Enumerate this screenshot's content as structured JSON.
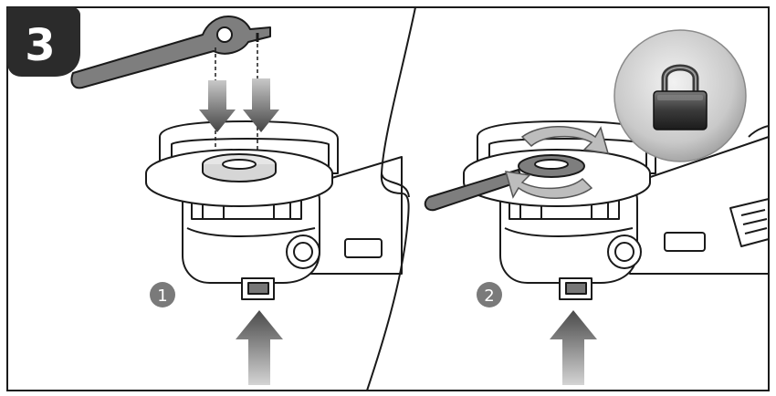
{
  "step": {
    "number": "3"
  },
  "panels": [
    {
      "marker": "1"
    },
    {
      "marker": "2"
    }
  ],
  "colors": {
    "outline": "#1a1a1a",
    "fill_light": "#ffffff",
    "fill_gray": "#d9d9d9",
    "fill_dark": "#6d6d6d",
    "arrow_top": "#4a4a4a",
    "arrow_bottom": "#d0d0d0",
    "badge": "#2b2b2b",
    "marker": "#7a7a7a"
  },
  "icons": {
    "lock": "padlock-icon",
    "rotate": "rotate-arrows-icon"
  }
}
